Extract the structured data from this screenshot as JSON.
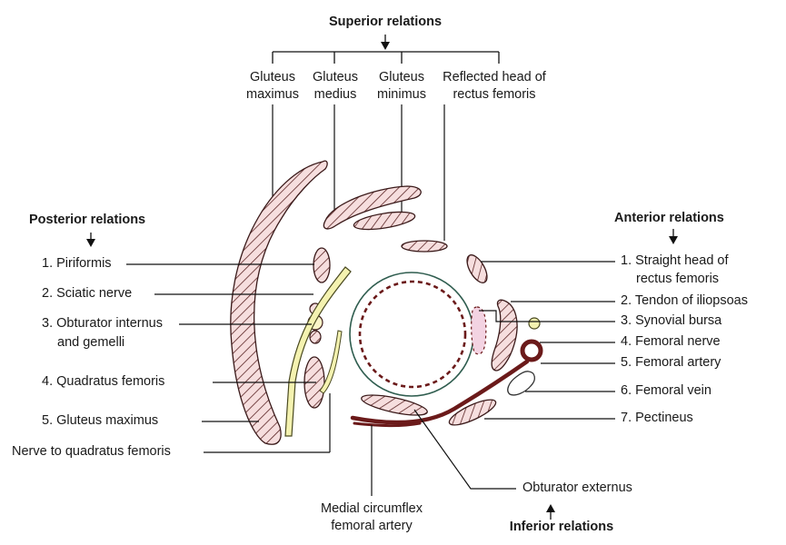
{
  "superior": {
    "heading": "Superior relations",
    "items": [
      {
        "line1": "Gluteus",
        "line2": "maximus"
      },
      {
        "line1": "Gluteus",
        "line2": "medius"
      },
      {
        "line1": "Gluteus",
        "line2": "minimus"
      },
      {
        "line1": "Reflected head of",
        "line2": "rectus femoris"
      }
    ]
  },
  "posterior": {
    "heading": "Posterior relations",
    "items": [
      "1. Piriformis",
      "2. Sciatic nerve",
      "3. Obturator internus",
      "and gemelli",
      "4. Quadratus femoris",
      "5. Gluteus maximus"
    ],
    "extra": "Nerve to quadratus femoris"
  },
  "anterior": {
    "heading": "Anterior relations",
    "items": [
      "1. Straight head of",
      "rectus femoris",
      "2. Tendon of iliopsoas",
      "3. Synovial bursa",
      "4. Femoral nerve",
      "5. Femoral artery",
      "6. Femoral vein",
      "7. Pectineus"
    ]
  },
  "inferior": {
    "heading": "Inferior relations",
    "items": [
      "Obturator externus",
      "Medial circumflex",
      "femoral artery"
    ]
  },
  "colors": {
    "muscle_fill": "#f6dede",
    "hatch": "#5a2424",
    "artery": "#6b1a1a",
    "nerve": "#f4f2b0",
    "bursa": "#f3d3e2",
    "ring": "#2f5d4f"
  }
}
